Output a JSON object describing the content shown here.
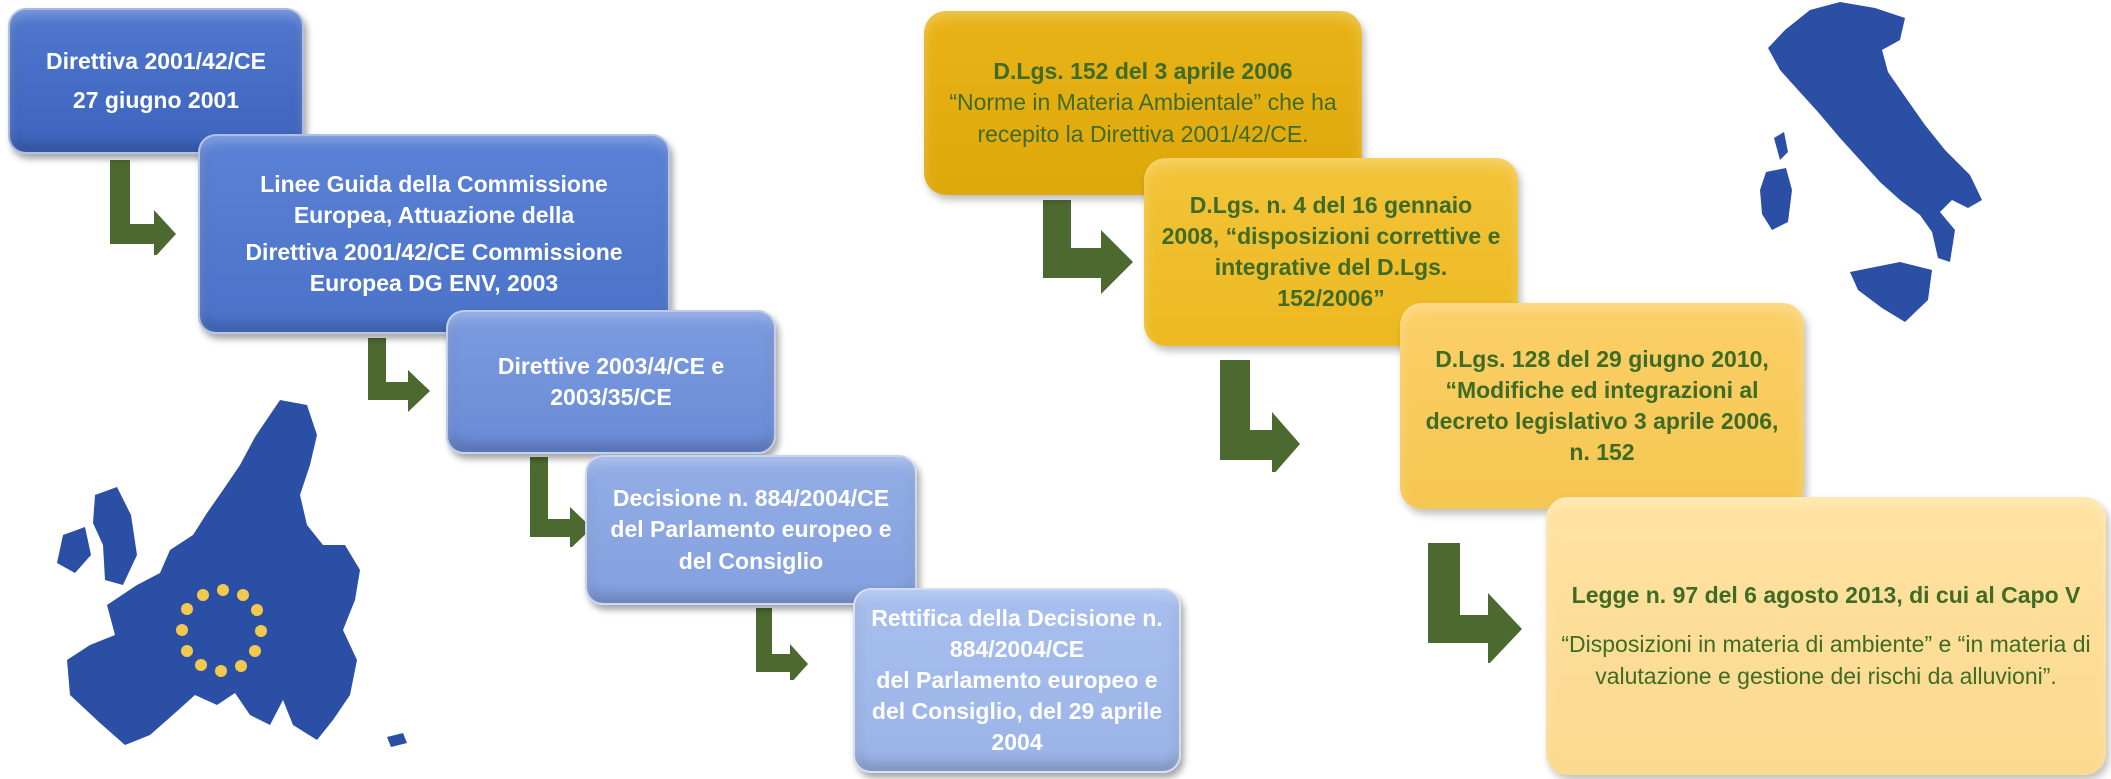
{
  "colors": {
    "arrow": "#4c6a30",
    "blue_box_text": "#ffffff",
    "orange_box_text": "#3e6b25",
    "map_blue": "#2a4fa5",
    "star": "#f2c94c"
  },
  "eu_boxes": [
    {
      "line1": "Direttiva 2001/42/CE",
      "line2": "27 giugno 2001"
    },
    {
      "line1": "Linee Guida della Commissione Europea, Attuazione della",
      "line2": "Direttiva 2001/42/CE  Commissione Europea DG ENV, 2003"
    },
    {
      "line1": "Direttive 2003/4/CE e 2003/35/CE"
    },
    {
      "line1": "Decisione n. 884/2004/CE del Parlamento europeo e del Consiglio"
    },
    {
      "line1": "Rettifica della Decisione n. 884/2004/CE",
      "line2": "del Parlamento europeo e del Consiglio, del 29 aprile 2004"
    }
  ],
  "it_boxes": [
    {
      "line1": "D.Lgs. 152 del 3 aprile 2006",
      "line2": "“Norme in Materia Ambientale” che ha recepito la Direttiva 2001/42/CE."
    },
    {
      "line1": "D.Lgs. n. 4 del 16 gennaio 2008, “disposizioni correttive e integrative del D.Lgs. 152/2006”"
    },
    {
      "line1": "D.Lgs. 128 del 29 giugno 2010, “Modifiche ed integrazioni al decreto legislativo 3 aprile 2006, n. 152"
    },
    {
      "line1": "Legge n. 97 del 6 agosto 2013, di cui al Capo V",
      "line2": "“Disposizioni in materia di ambiente” e “in materia di valutazione e gestione dei rischi da alluvioni”."
    }
  ],
  "maps": {
    "eu": "europe-map",
    "it": "italy-map"
  }
}
